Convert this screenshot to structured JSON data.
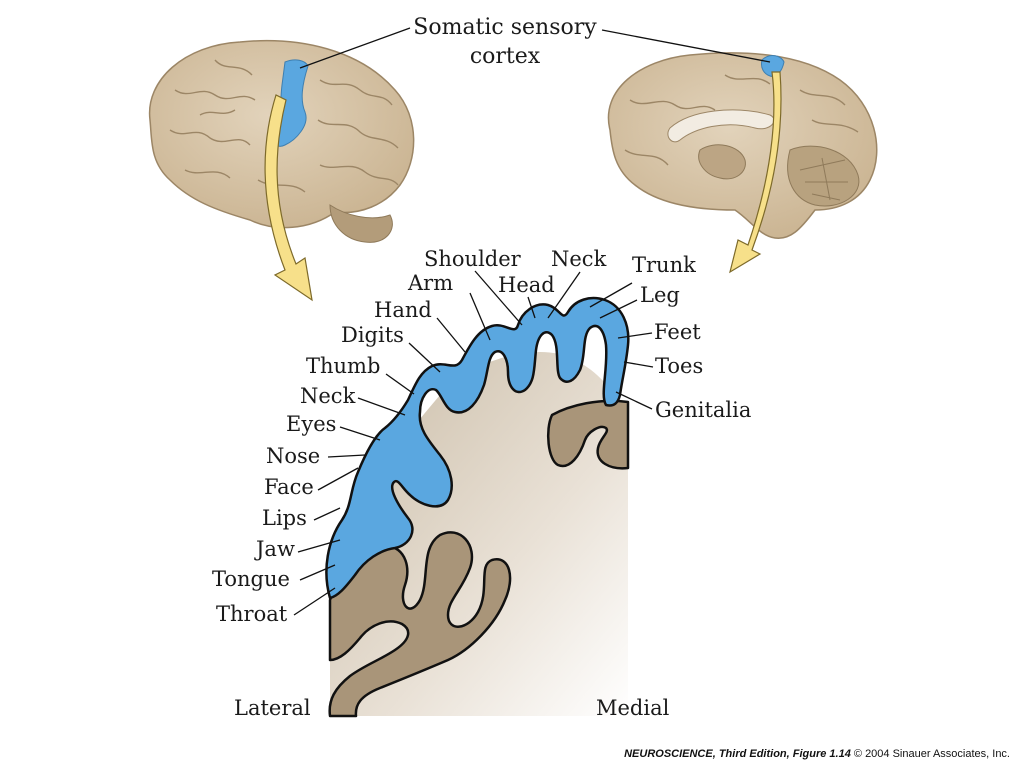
{
  "title_line1": "Somatic sensory",
  "title_line2": "cortex",
  "labels": {
    "shoulder": "Shoulder",
    "neck_top": "Neck",
    "trunk": "Trunk",
    "arm": "Arm",
    "head": "Head",
    "leg": "Leg",
    "hand": "Hand",
    "feet": "Feet",
    "digits": "Digits",
    "thumb": "Thumb",
    "toes": "Toes",
    "neck": "Neck",
    "genitalia": "Genitalia",
    "eyes": "Eyes",
    "nose": "Nose",
    "face": "Face",
    "lips": "Lips",
    "jaw": "Jaw",
    "tongue": "Tongue",
    "throat": "Throat",
    "lateral": "Lateral",
    "medial": "Medial"
  },
  "footer": {
    "book": "NEUROSCIENCE, Third Edition, Figure 1.14",
    "copyright": "© 2004 Sinauer Associates, Inc."
  },
  "colors": {
    "brain": "#d6c4a6",
    "cortex_blue": "#5aa7e0",
    "gray_matter": "#a99579",
    "arrow": "#f7e08a"
  }
}
